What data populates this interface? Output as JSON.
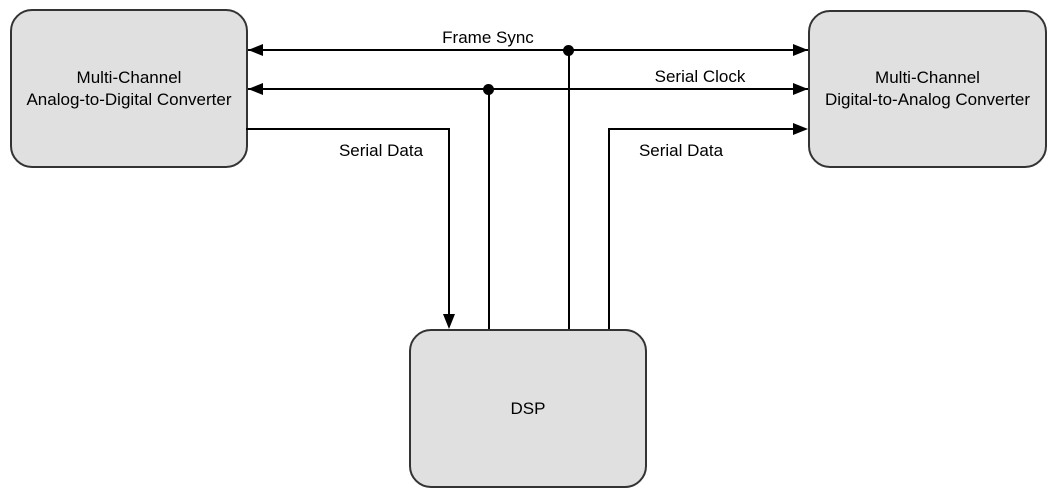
{
  "diagram": {
    "nodes": {
      "adc": {
        "line1": "Multi-Channel",
        "line2": "Analog-to-Digital Converter"
      },
      "dac": {
        "line1": "Multi-Channel",
        "line2": "Digital-to-Analog Converter"
      },
      "dsp": {
        "label": "DSP"
      }
    },
    "signals": {
      "frame_sync": "Frame Sync",
      "serial_clock": "Serial Clock",
      "serial_data_adc_to_dsp": "Serial Data",
      "serial_data_dsp_to_dac": "Serial Data"
    },
    "colors": {
      "background": "#ffffff",
      "node_fill": "#e0e0e0",
      "node_border": "#333333",
      "line": "#000000",
      "text": "#000000"
    }
  }
}
